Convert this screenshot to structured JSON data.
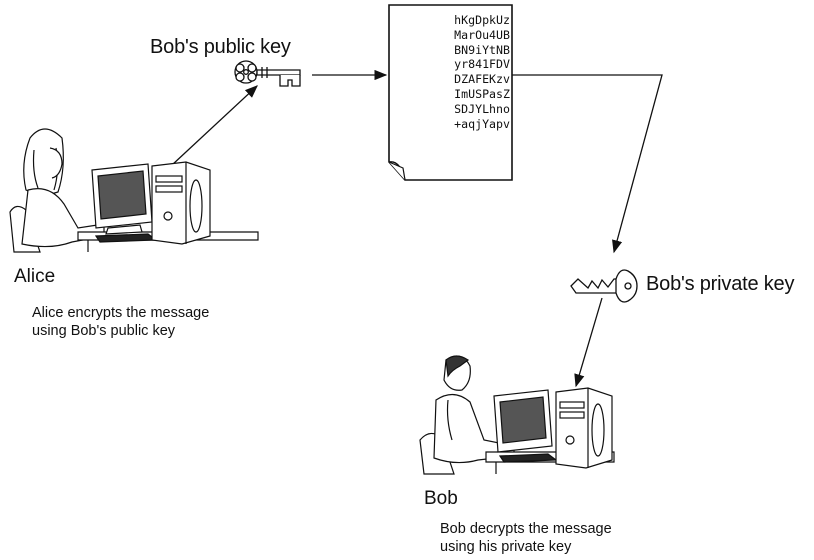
{
  "labels": {
    "public_key": "Bob's public key",
    "private_key": "Bob's private key",
    "alice_name": "Alice",
    "alice_desc_1": "Alice encrypts the message",
    "alice_desc_2": "using Bob's public key",
    "bob_name": "Bob",
    "bob_desc_1": "Bob decrypts the message",
    "bob_desc_2": "using his private key"
  },
  "ciphertext": [
    "hKgDpkUz",
    "MarOu4UB",
    "BN9iYtNB",
    "yr841FDV",
    "DZAFEKzv",
    "ImUSPasZ",
    "SDJYLhno",
    "+aqjYapv"
  ],
  "icons": {
    "alice": "person-at-computer-icon",
    "bob": "person-at-computer-icon",
    "public_key": "key-icon",
    "private_key": "key-icon",
    "document": "encrypted-document-icon"
  },
  "colors": {
    "stroke": "#111111",
    "screen": "#555555",
    "background": "#ffffff"
  }
}
